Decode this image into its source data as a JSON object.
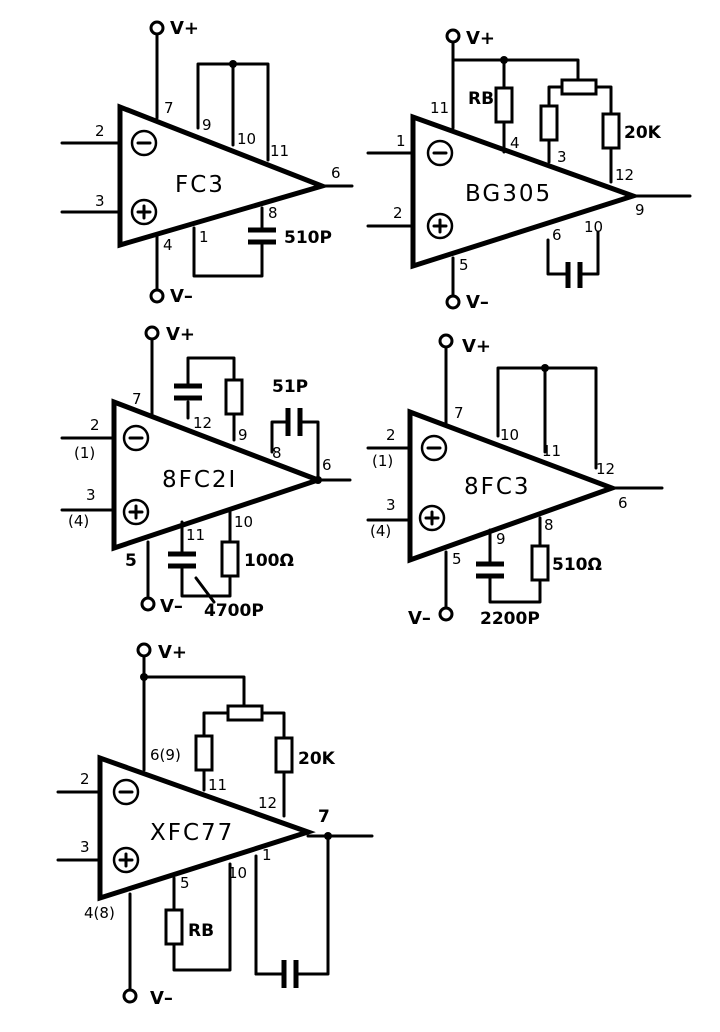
{
  "supply": {
    "vplus": "V+",
    "vminus": "V–"
  },
  "symbols": {
    "inverting": "−",
    "non_inverting": "+"
  },
  "circuits": [
    {
      "name": "FC3",
      "pins": {
        "inv": "2",
        "noninv": "3",
        "vplus": "7",
        "vminus": "4",
        "out": "6",
        "p9": "9",
        "p10": "10",
        "p11": "11",
        "p8": "8",
        "p1": "1"
      },
      "cap": "510P"
    },
    {
      "name": "BG305",
      "pins": {
        "inv": "1",
        "noninv": "2",
        "vplus": "11",
        "vminus": "5",
        "out": "9",
        "p4": "4",
        "p3": "3",
        "p12": "12",
        "p6": "6",
        "p10": "10"
      },
      "resistor_b": "RB",
      "pot": "20K"
    },
    {
      "name": "8FC2I",
      "pins": {
        "inv": "2",
        "inv_alt": "(1)",
        "noninv": "3",
        "noninv_alt": "(4)",
        "vplus": "7",
        "vminus": "5",
        "out": "6",
        "p12": "12",
        "p9": "9",
        "p8": "8",
        "p11": "11",
        "p10": "10"
      },
      "cap_top": "51P",
      "res": "100Ω",
      "cap_bottom": "4700P"
    },
    {
      "name": "8FC3",
      "pins": {
        "inv": "2",
        "inv_alt": "(1)",
        "noninv": "3",
        "noninv_alt": "(4)",
        "vplus": "7",
        "vminus": "5",
        "out": "6",
        "p10": "10",
        "p11": "11",
        "p12": "12",
        "p9": "9",
        "p8": "8"
      },
      "res": "510Ω",
      "cap": "2200P"
    },
    {
      "name": "XFC77",
      "pins": {
        "inv": "2",
        "noninv": "3",
        "vplus": "6(9)",
        "vminus": "4(8)",
        "out": "7",
        "p11": "11",
        "p12": "12",
        "p5": "5",
        "p10": "10",
        "p1": "1"
      },
      "resistor_b": "RB",
      "pot": "20K"
    }
  ]
}
